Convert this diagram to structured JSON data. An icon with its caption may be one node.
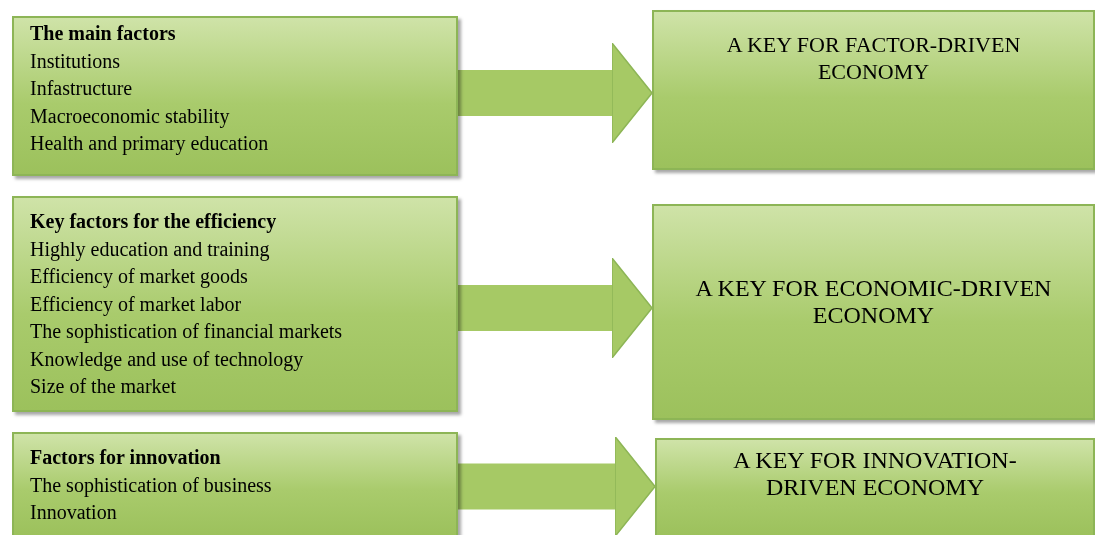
{
  "diagram": {
    "nodes": [
      {
        "text": [
          "The main factors",
          "Institutions",
          "Infastructure",
          "Macroeconomic stability",
          "Health and primary education"
        ]
      },
      {
        "text": [
          "A KEY FOR FACTOR-DRIVEN ECONOMY"
        ]
      },
      {
        "text": [
          "Key factors for the efficiency",
          "Highly education and training",
          "Efficiency of market goods",
          "Efficiency of market labor",
          "The sophistication of financial markets",
          "Knowledge and use of technology",
          "Size of the market"
        ]
      },
      {
        "text": [
          "A KEY FOR ECONOMIC-DRIVEN ECONOMY"
        ]
      },
      {
        "text": [
          "Factors for innovation",
          "The sophistication of business",
          "Innovation"
        ]
      },
      {
        "text": [
          "A KEY FOR INNOVATION- DRIVEN ECONOMY"
        ]
      }
    ],
    "edges": [
      {
        "from": 0,
        "to": 1,
        "arrow": "to"
      },
      {
        "from": 2,
        "to": 3,
        "arrow": "to"
      },
      {
        "from": 4,
        "to": 5,
        "arrow": "to"
      }
    ]
  }
}
